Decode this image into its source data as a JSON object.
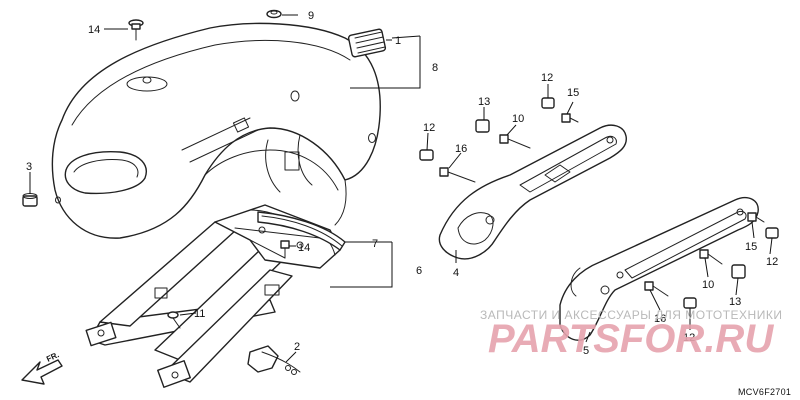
{
  "diagram": {
    "callouts": {
      "c1": "1",
      "c2": "2",
      "c3": "3",
      "c4": "4",
      "c5": "5",
      "c6": "6",
      "c7": "7",
      "c8": "8",
      "c9": "9",
      "c10a": "10",
      "c10b": "10",
      "c11": "11",
      "c12a": "12",
      "c12b": "12",
      "c12c": "12",
      "c12d": "12",
      "c13a": "13",
      "c13b": "13",
      "c14a": "14",
      "c14b": "14",
      "c15a": "15",
      "c15b": "15",
      "c16a": "16",
      "c16b": "16"
    },
    "direction_label": "FR.",
    "drawing_code": "MCV6F2701"
  },
  "watermark": {
    "caption": "ЗАПЧАСТИ И АКСЕССУАРЫ ДЛЯ МОТОТЕХНИКИ",
    "logo_main": "PARTS",
    "logo_accent": "FOR",
    "logo_domain": ".RU",
    "accent_color": "#c8102e"
  }
}
